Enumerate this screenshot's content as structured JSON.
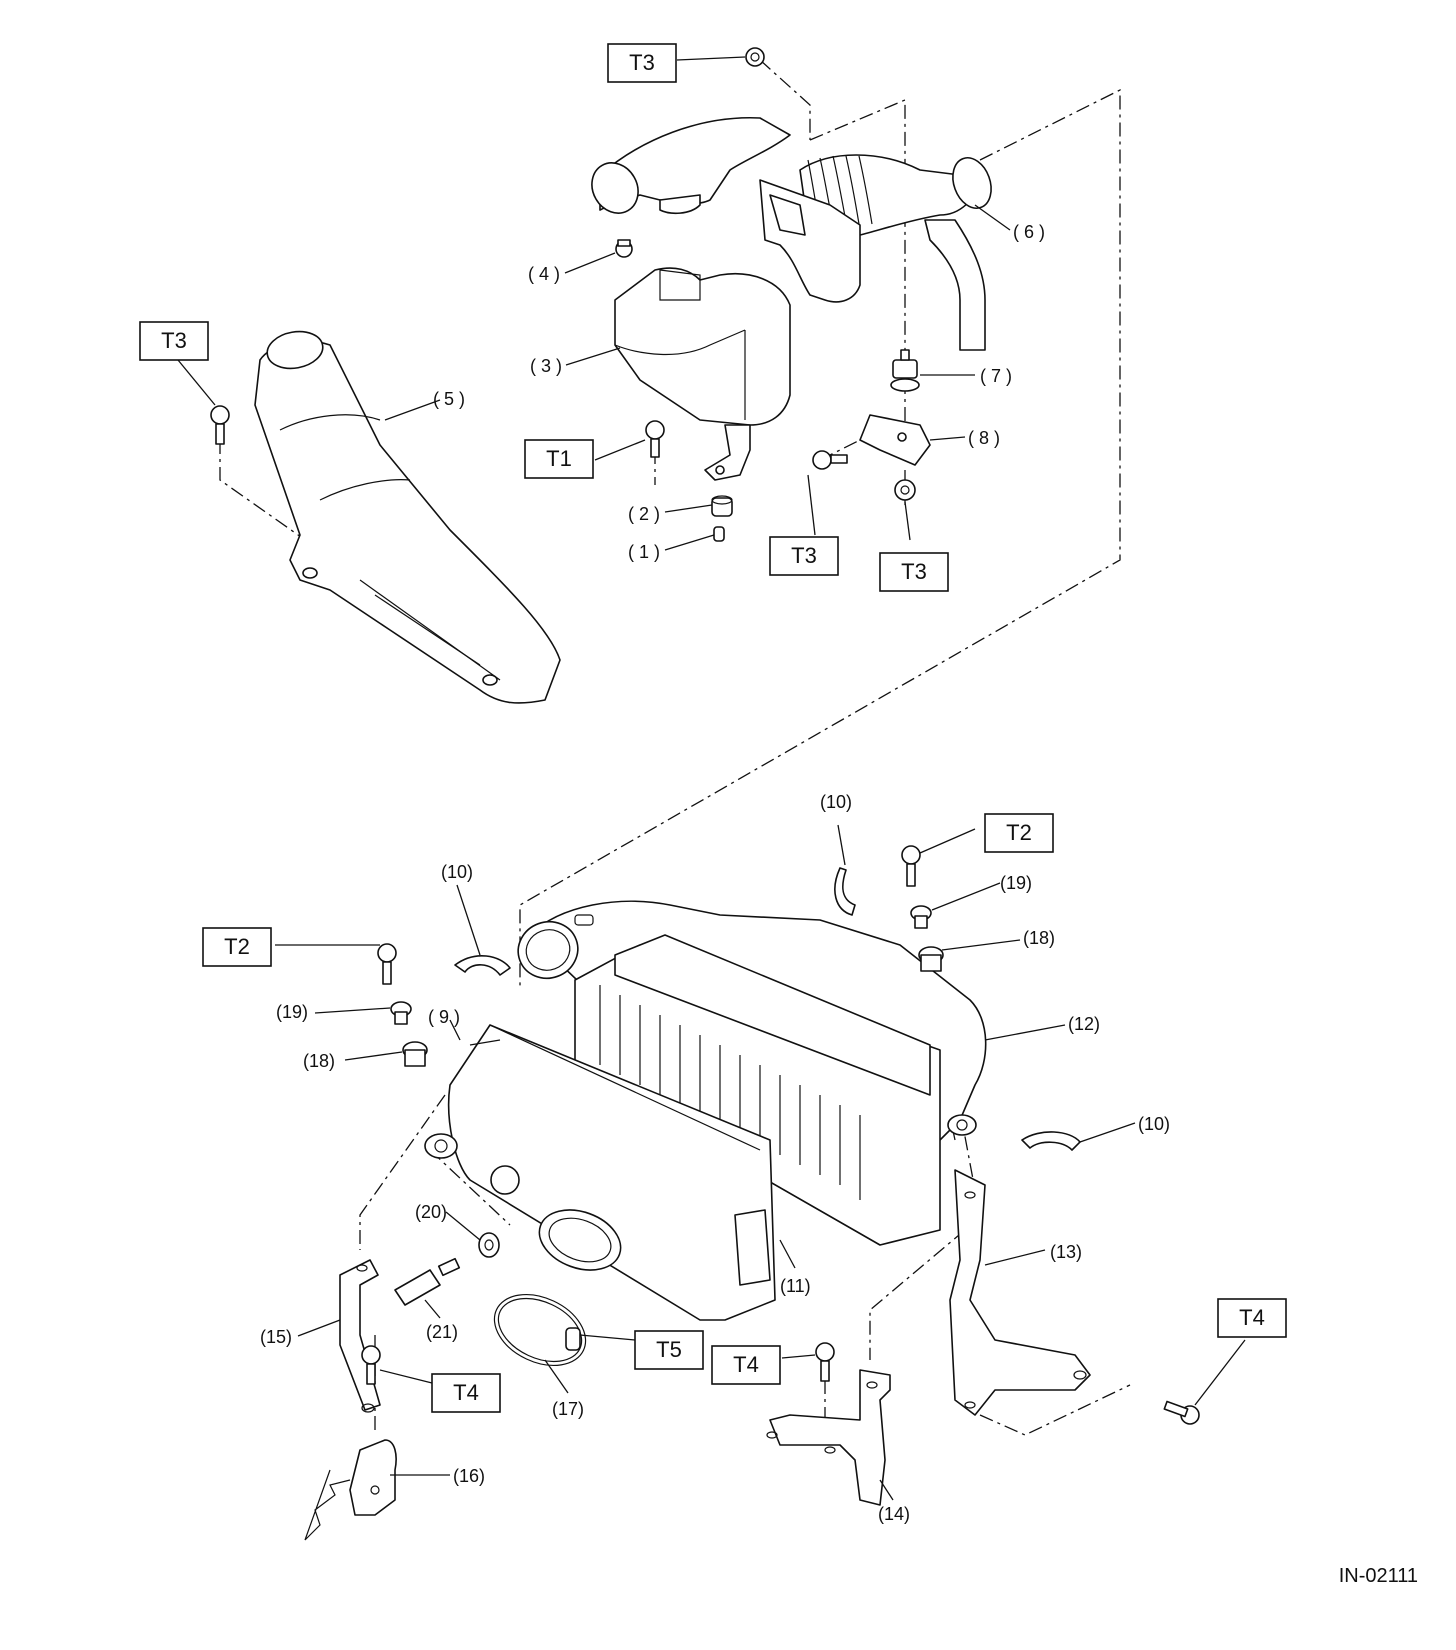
{
  "figure_id": "IN-02111",
  "torque_labels": {
    "t1": "T1",
    "t2": "T2",
    "t3": "T3",
    "t4": "T4",
    "t5": "T5"
  },
  "part_labels": {
    "p1": "( 1 )",
    "p2": "( 2 )",
    "p3": "( 3 )",
    "p4": "( 4 )",
    "p5": "( 5 )",
    "p6": "( 6 )",
    "p7": "( 7 )",
    "p8": "( 8 )",
    "p9": "( 9 )",
    "p10": "(10)",
    "p11": "(11)",
    "p12": "(12)",
    "p13": "(13)",
    "p14": "(14)",
    "p15": "(15)",
    "p16": "(16)",
    "p17": "(17)",
    "p18": "(18)",
    "p19": "(19)",
    "p20": "(20)",
    "p21": "(21)"
  }
}
